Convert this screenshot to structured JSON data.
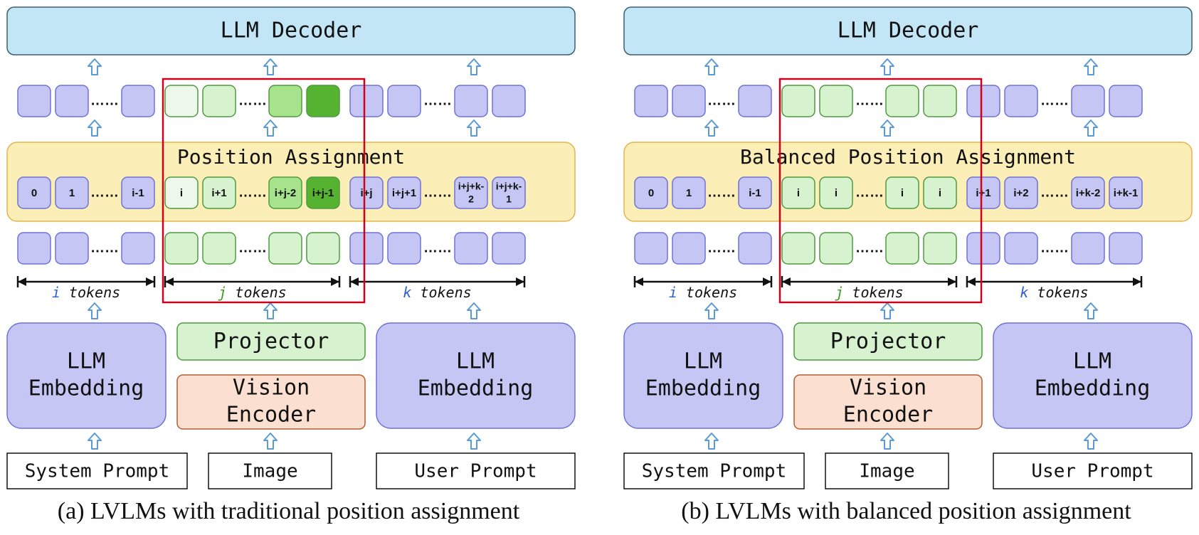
{
  "panels": [
    {
      "id": "a",
      "decoder": "LLM Decoder",
      "position_label": "Position Assignment",
      "groups": [
        {
          "name": "i",
          "position_ids": [
            "0",
            "1",
            "i-1"
          ],
          "output_shades": [
            "lavender",
            "lavender",
            "lavender",
            "lavender"
          ],
          "span_var": "i",
          "span_rest": " tokens"
        },
        {
          "name": "j",
          "position_ids": [
            "i",
            "i+1",
            "i+j-2",
            "i+j-1"
          ],
          "output_shades": [
            "green-1",
            "green-2",
            "green-3",
            "green-4"
          ],
          "span_var": "j",
          "span_rest": " tokens"
        },
        {
          "name": "k",
          "position_ids": [
            "i+j",
            "i+j+1",
            "i+j+k-\n2",
            "i+j+k-\n1"
          ],
          "output_shades": [
            "lavender",
            "lavender",
            "lavender",
            "lavender"
          ],
          "span_var": "k",
          "span_rest": " tokens"
        }
      ],
      "system_embedding": "LLM\nEmbedding",
      "projector": "Projector",
      "vision_encoder": "Vision\nEncoder",
      "user_embedding": "LLM\nEmbedding",
      "inputs": [
        "System Prompt",
        "Image",
        "User Prompt"
      ],
      "caption": "(a) LVLMs with traditional position assignment"
    },
    {
      "id": "b",
      "decoder": "LLM Decoder",
      "position_label": "Balanced Position Assignment",
      "groups": [
        {
          "name": "i",
          "position_ids": [
            "0",
            "1",
            "i-1"
          ],
          "output_shades": [
            "lavender",
            "lavender",
            "lavender",
            "lavender"
          ],
          "span_var": "i",
          "span_rest": " tokens"
        },
        {
          "name": "j",
          "position_ids": [
            "i",
            "i",
            "i",
            "i"
          ],
          "output_shades": [
            "green-2",
            "green-2",
            "green-2",
            "green-2"
          ],
          "span_var": "j",
          "span_rest": " tokens"
        },
        {
          "name": "k",
          "position_ids": [
            "i+1",
            "i+2",
            "i+k-2",
            "i+k-1"
          ],
          "output_shades": [
            "lavender",
            "lavender",
            "lavender",
            "lavender"
          ],
          "span_var": "k",
          "span_rest": " tokens"
        }
      ],
      "system_embedding": "LLM\nEmbedding",
      "projector": "Projector",
      "vision_encoder": "Vision\nEncoder",
      "user_embedding": "LLM\nEmbedding",
      "inputs": [
        "System Prompt",
        "Image",
        "User Prompt"
      ],
      "caption": "(b) LVLMs with balanced position assignment"
    }
  ],
  "ellipsis": "……",
  "colors": {
    "decoder_fill": "#c2e6f6",
    "decoder_stroke": "#3b5f73",
    "position_band_fill": "#fbeeb6",
    "position_band_stroke": "#e3b54a",
    "token_fill": "#c5c6f4",
    "token_stroke": "#6f72d6",
    "visual_fill": "#d6f2cf",
    "visual_stroke": "#4f9a3f",
    "green-1": "#eef8ea",
    "green-2": "#d6f2cf",
    "green-3": "#a7e28c",
    "green-4": "#56b231",
    "projector_fill": "#d6f2cf",
    "vision_fill": "#fbe0d2",
    "vision_stroke": "#b65a33",
    "highlight": "#d0021b",
    "arrow_fill": "#ffffff",
    "arrow_stroke": "#5b9bd5",
    "var_color": "#2f5fd0",
    "var_j_color": "#3a9a1f"
  }
}
